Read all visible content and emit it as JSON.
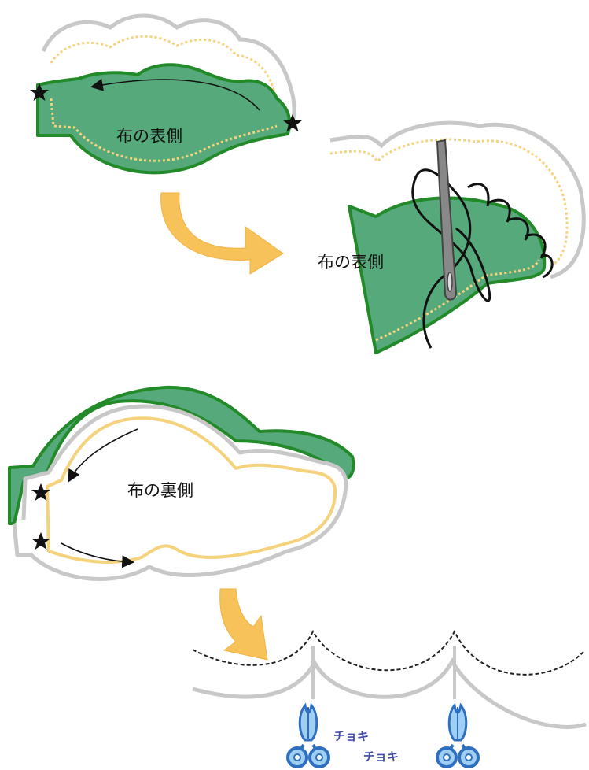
{
  "labels": {
    "front_side_1": "布の表側",
    "front_side_2": "布の表側",
    "back_side": "布の裏側",
    "snip_1": "チョキ",
    "snip_2": "チョキ"
  },
  "colors": {
    "fabric_green": "#55a97a",
    "fabric_edge": "#238a2a",
    "stitch_yellow": "#f5d27c",
    "arrow_orange": "#f8c25a",
    "outline_gray": "#c8c8c8",
    "scissors_blue": "#2f6fc0",
    "scissors_light": "#9fd0f4"
  },
  "icons": [
    "star-icon",
    "needle-icon",
    "scissors-icon",
    "curved-arrow-icon"
  ]
}
